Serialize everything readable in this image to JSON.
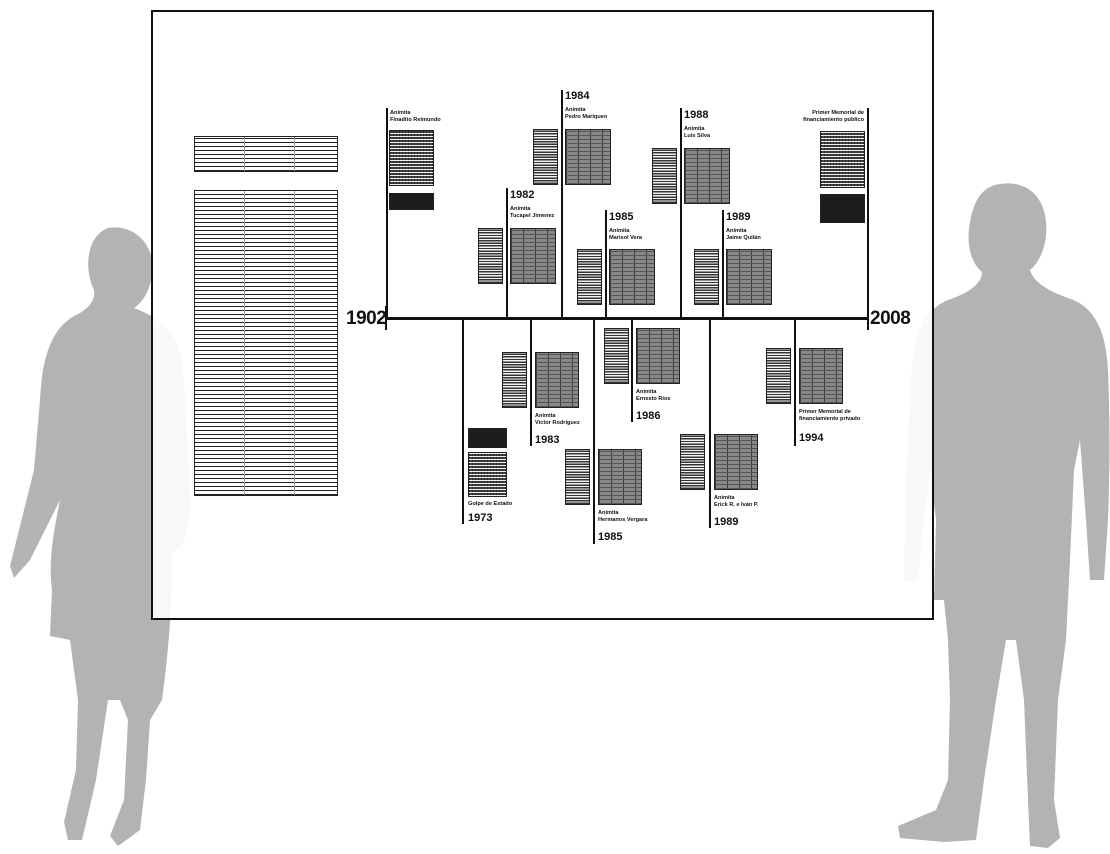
{
  "timeline": {
    "start_year": "1902",
    "end_year": "2008",
    "above": [
      {
        "year": "",
        "caption": "Animita\nFinadito Reimundo"
      },
      {
        "year": "1982",
        "caption": "Animita\nTucapel Jimenez"
      },
      {
        "year": "1984",
        "caption": "Animita\nPedro Mariqueo"
      },
      {
        "year": "1985",
        "caption": "Animita\nMarisol Vera"
      },
      {
        "year": "1988",
        "caption": "Animita\nLuis Silva"
      },
      {
        "year": "1989",
        "caption": "Animita\nJaime Quilán"
      },
      {
        "year": "",
        "caption": "Primer Memorial de\nfinanciamiento público"
      }
    ],
    "below": [
      {
        "year": "1973",
        "caption": "Golpe de Estado"
      },
      {
        "year": "1983",
        "caption": "Animita\nVíctor Rodríguez"
      },
      {
        "year": "1985",
        "caption": "Animita\nHermanos Vergara"
      },
      {
        "year": "1986",
        "caption": "Animita\nErnesto Ríos"
      },
      {
        "year": "1989",
        "caption": "Animita\nErick R. e Iván P."
      },
      {
        "year": "1994",
        "caption": "Primer Memorial de\nfinanciamiento privado"
      }
    ]
  },
  "colors": {
    "silhouette": "#b3b3b3",
    "ink": "#111111",
    "board_bg": "#ffffff"
  }
}
